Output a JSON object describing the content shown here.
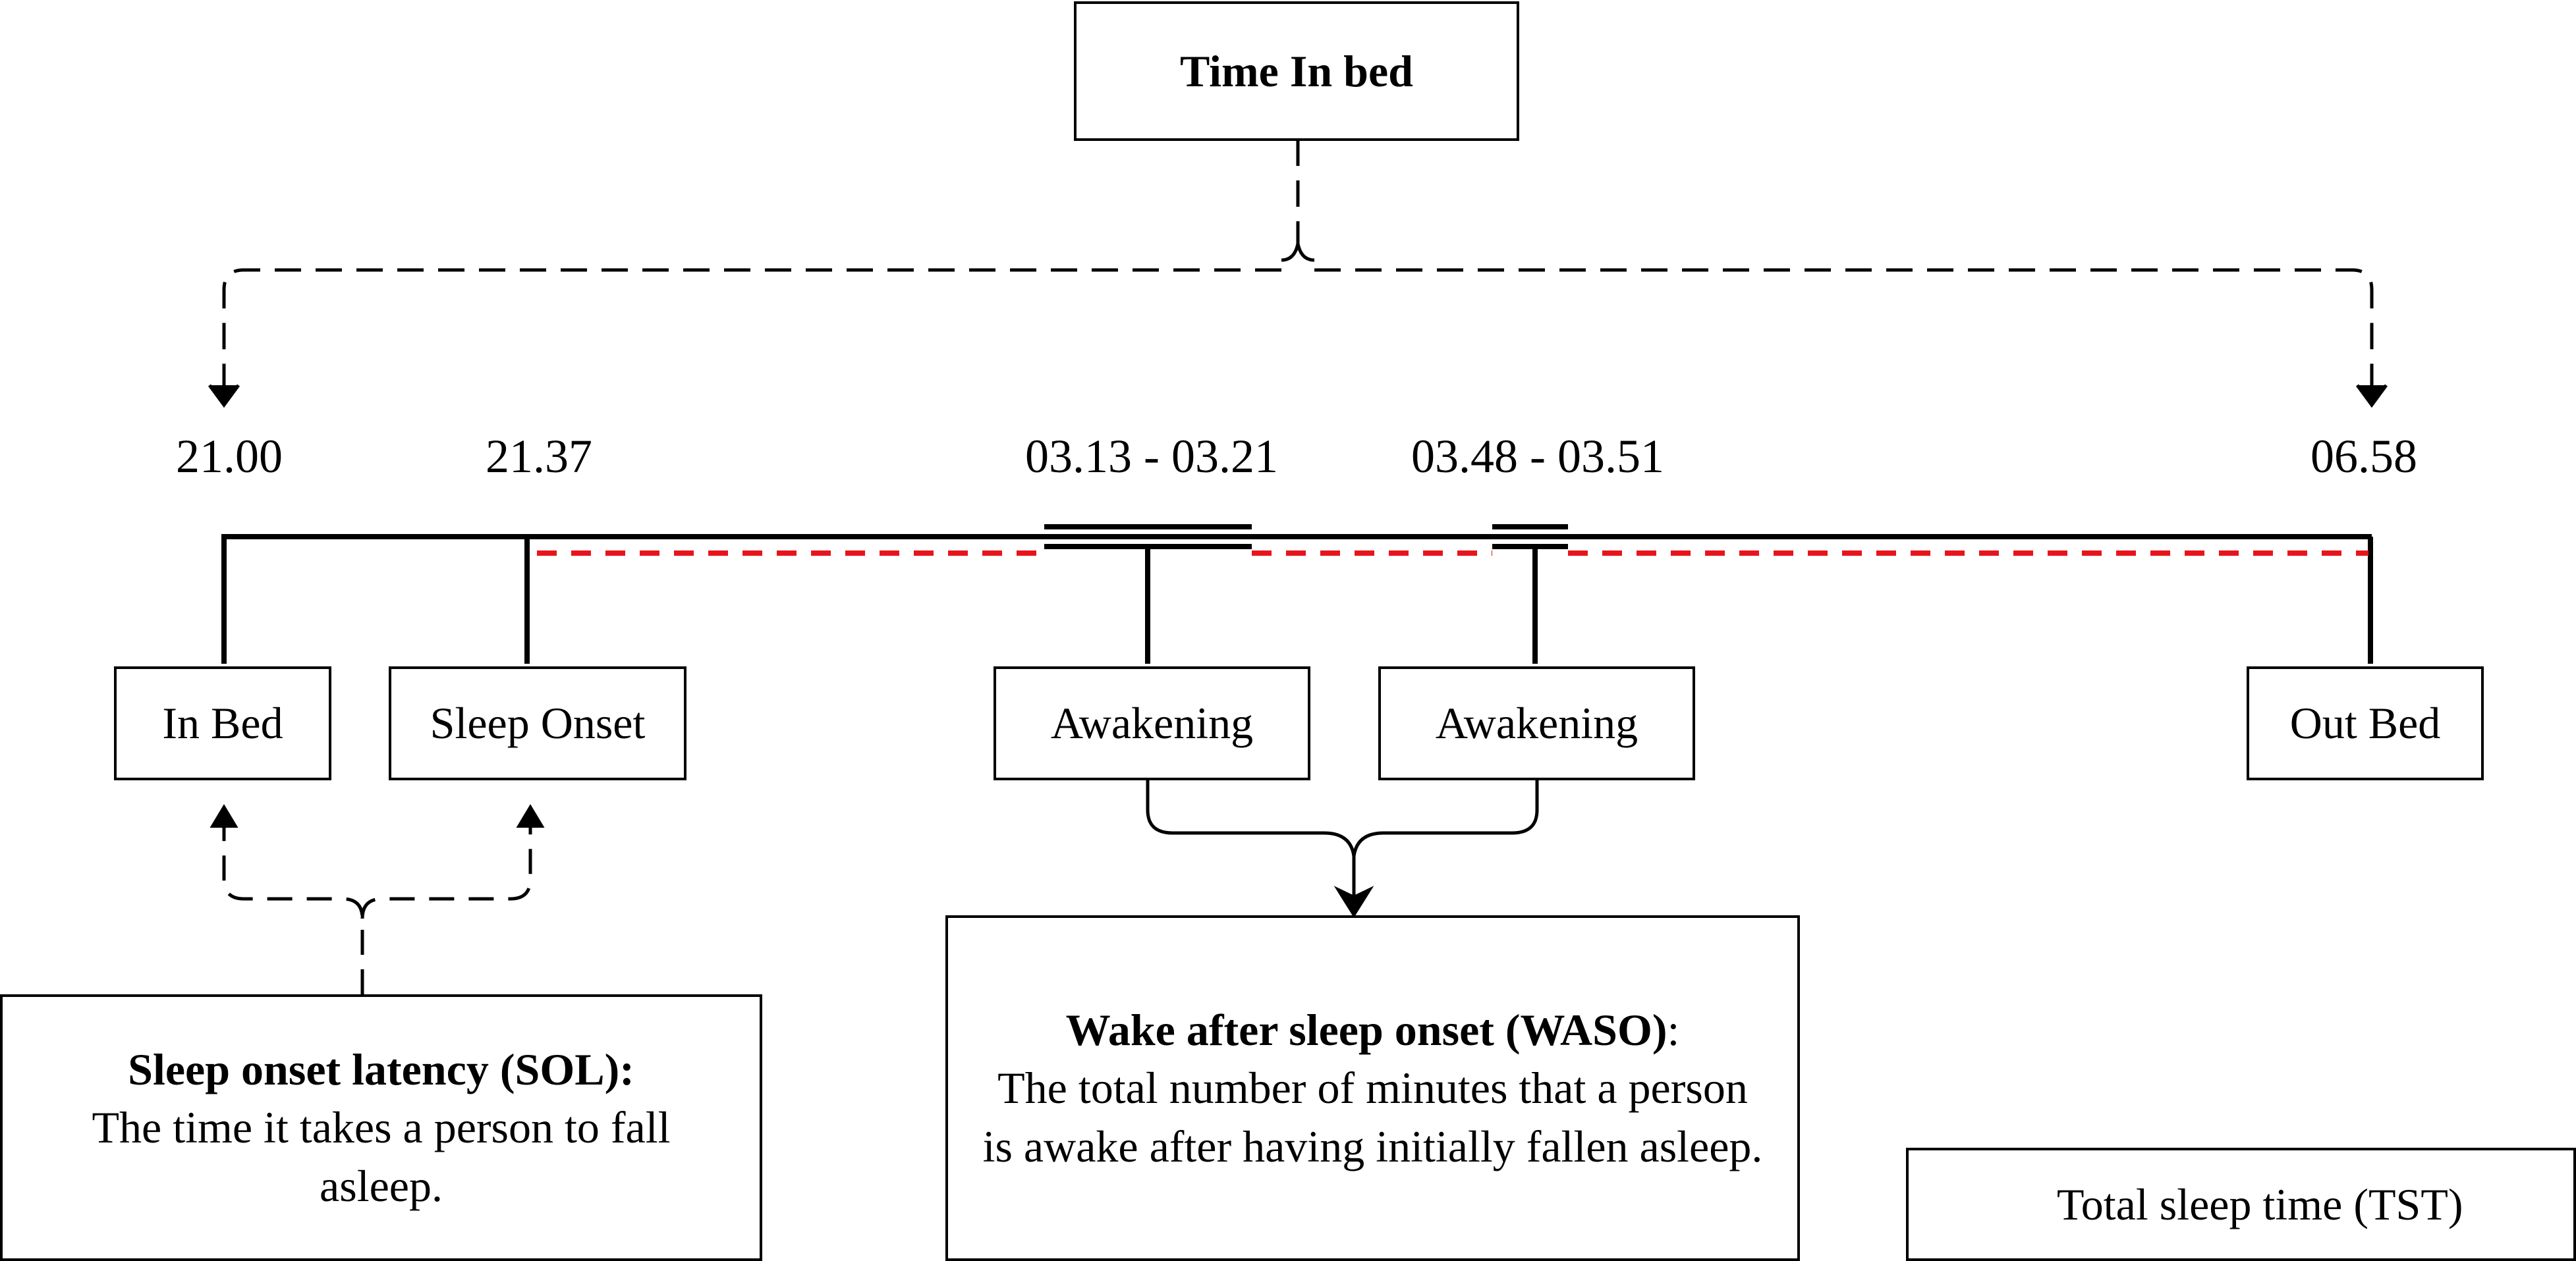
{
  "title": "Time In bed",
  "times": {
    "in_bed": "21.00",
    "sleep_onset": "21.37",
    "awakening_1": "03.13 - 03.21",
    "awakening_2": "03.48 - 03.51",
    "out_bed": "06.58"
  },
  "events": {
    "in_bed": "In Bed",
    "sleep_onset": "Sleep Onset",
    "awakening_1": "Awakening",
    "awakening_2": "Awakening",
    "out_bed": "Out Bed"
  },
  "sol": {
    "term": "Sleep onset latency (SOL):",
    "definition": "The time it takes a person to fall asleep."
  },
  "waso": {
    "term": "Wake after sleep onset (WASO)",
    "colon": ":",
    "definition": "The total number of minutes that a person is awake after having initially fallen asleep."
  },
  "legend": {
    "label": "Total sleep time (TST)",
    "color": "#e8141c"
  }
}
